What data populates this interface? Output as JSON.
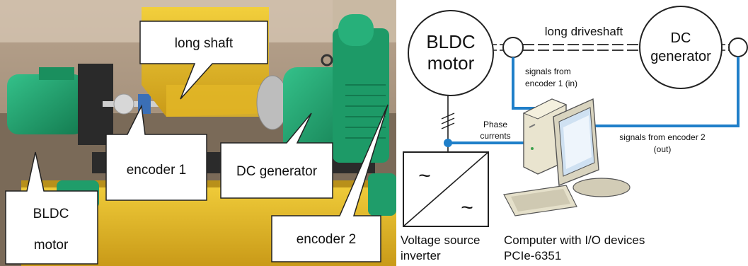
{
  "photo": {
    "callouts": {
      "long_shaft": "long shaft",
      "encoder_1": "encoder 1",
      "dc_generator": "DC generator",
      "bldc_motor_line1": "BLDC",
      "bldc_motor_line2": "motor",
      "encoder_2": "encoder 2"
    }
  },
  "diagram": {
    "bldc_motor_line1": "BLDC",
    "bldc_motor_line2": "motor",
    "dc_generator_line1": "DC",
    "dc_generator_line2": "generator",
    "long_driveshaft": "long driveshaft",
    "signals_enc1_line1": "signals from",
    "signals_enc1_line2": "encoder 1 (in)",
    "phase_currents_line1": "Phase",
    "phase_currents_line2": "currents",
    "signals_enc2_line1": "signals from encoder 2",
    "signals_enc2_line2": "(out)",
    "inverter_line1": "Voltage source",
    "inverter_line2": "inverter",
    "computer_line1": "Computer with I/O devices",
    "computer_line2": "PCIe-6351",
    "tilde_top": "~",
    "tilde_bottom": "~"
  },
  "colors": {
    "signal_blue": "#1f7fc9",
    "machine_green": "#1f9d6a",
    "frame_yellow": "#e0b92a"
  }
}
